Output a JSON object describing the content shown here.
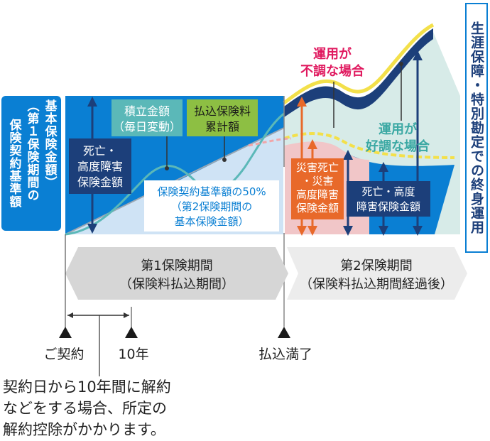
{
  "left_label": {
    "col1": "保険契約基準額",
    "col2": "（第１保険期間の",
    "col3": "基本保険金額）"
  },
  "right_label": "生涯保障・特別勘定での終身運用",
  "boxes": {
    "death_benefit_1": [
      "死亡・",
      "高度障害",
      "保険金額"
    ],
    "accumulation": [
      "積立金額",
      "（毎日変動）"
    ],
    "premium_total": [
      "払込保険料",
      "累計額"
    ],
    "half_base": [
      "保険契約基準額の50%",
      "（第2保険期間の",
      "基本保険金額）"
    ],
    "accident_death": [
      "災害死亡",
      "・災害",
      "高度障害",
      "保険金額"
    ],
    "death_benefit_2": [
      "死亡・高度",
      "障害保険金額"
    ]
  },
  "scenarios": {
    "poor": [
      "運用が",
      "不調な場合"
    ],
    "good": [
      "運用が",
      "好調な場合"
    ]
  },
  "periods": {
    "first": [
      "第1保険期間",
      "（保険料払込期間）"
    ],
    "second": [
      "第2保険期間",
      "（保険料払込期間経過後）"
    ]
  },
  "timeline": {
    "start": "ご契約",
    "year10": "10年",
    "paid_up": "払込満了"
  },
  "note_lines": [
    "契約日から10年間に解約",
    "などをする場合、所定の",
    "解約控除がかかります。"
  ],
  "colors": {
    "blue": "#0a7fd3",
    "dark_navy": "#1c3f7a",
    "light_blue": "#cfe3f5",
    "teal": "#5bb8b8",
    "light_teal": "#d7ebe8",
    "green": "#8dbf43",
    "orange": "#e8692a",
    "magenta": "#e0195f",
    "yellow": "#f3e04a",
    "pink": "#f1c6c8",
    "grey_arrow": "#d6d6d6"
  }
}
